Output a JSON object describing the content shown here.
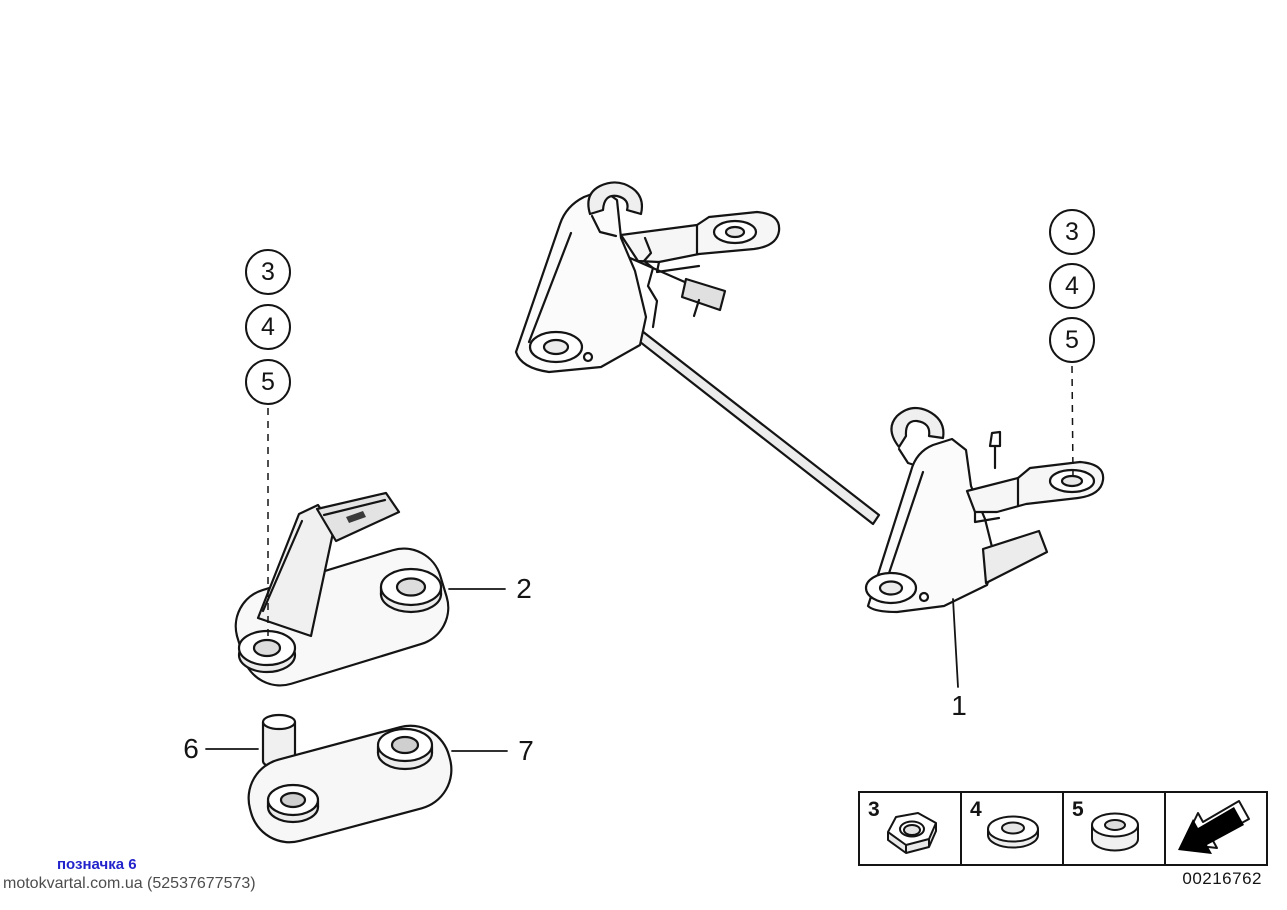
{
  "page": {
    "background": "#ffffff"
  },
  "callouts": {
    "left": [
      {
        "label": "3"
      },
      {
        "label": "4"
      },
      {
        "label": "5"
      }
    ],
    "right": [
      {
        "label": "3"
      },
      {
        "label": "4"
      },
      {
        "label": "5"
      }
    ]
  },
  "part_labels": {
    "p1": "1",
    "p2": "2",
    "p6": "6",
    "p7": "7"
  },
  "legend": {
    "items": [
      {
        "number": "3",
        "icon": "hex-nut-icon"
      },
      {
        "number": "4",
        "icon": "flat-washer-icon"
      },
      {
        "number": "5",
        "icon": "thick-washer-icon"
      }
    ],
    "arrow_icon": "direction-arrow-icon"
  },
  "footer": {
    "doc_number": "00216762",
    "note": "позначка 6",
    "watermark": "motokvartal.com.ua (52537677573)"
  },
  "colors": {
    "line": "#141414",
    "note_blue": "#2323cc",
    "watermark_gray": "#4d4d4d"
  }
}
